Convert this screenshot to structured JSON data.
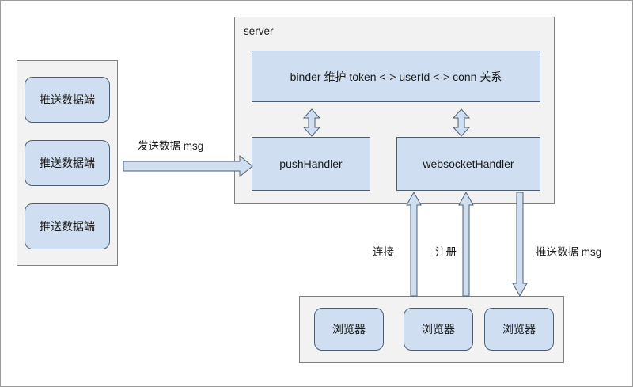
{
  "diagram": {
    "title_text": "server",
    "producers_group": {
      "name": "producers-group",
      "items": [
        {
          "label": "推送数据端"
        },
        {
          "label": "推送数据端"
        },
        {
          "label": "推送数据端"
        }
      ]
    },
    "server_group": {
      "name": "server-group",
      "title": "server",
      "binder": {
        "label": "binder 维护 token <-> userId <-> conn 关系"
      },
      "push_handler": {
        "label": "pushHandler"
      },
      "websocket_handler": {
        "label": "websocketHandler"
      }
    },
    "clients_group": {
      "name": "clients-group",
      "items": [
        {
          "label": "浏览器"
        },
        {
          "label": "浏览器"
        },
        {
          "label": "浏览器"
        }
      ]
    },
    "edges": [
      {
        "name": "send-data-edge",
        "label": "发送数据 msg",
        "direction": "right"
      },
      {
        "name": "binder-push-edge",
        "label": "",
        "direction": "both-vertical"
      },
      {
        "name": "binder-websocket-edge",
        "label": "",
        "direction": "both-vertical"
      },
      {
        "name": "connect-edge",
        "label": "连接",
        "direction": "up"
      },
      {
        "name": "register-edge",
        "label": "注册",
        "direction": "up"
      },
      {
        "name": "push-msg-edge",
        "label": "推送数据 msg",
        "direction": "down"
      }
    ]
  },
  "colors": {
    "node_fill": "#cfdff1",
    "node_stroke": "#4d5f73",
    "group_fill": "#f2f2f2",
    "group_stroke": "#808080",
    "text": "#1a1a1a",
    "page_border": "#9a9a9a"
  }
}
